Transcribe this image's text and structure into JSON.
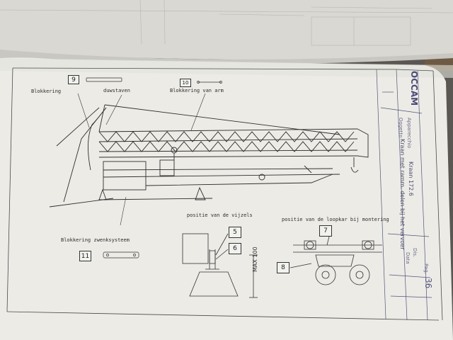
{
  "drawing": {
    "labels": {
      "blokkering": "Blokkering",
      "duwstaven": "duwstaven",
      "blokkering_van_arm": "Blokkering van arm",
      "blokkering_zwenksysteem": "Blokkering zwenksysteem",
      "positie_vijzels": "positie van de vijzels",
      "positie_loopkar": "positie van de loopkar bij montering",
      "max_dim": "MAX 100"
    },
    "callouts": [
      "9",
      "10",
      "11",
      "5",
      "6",
      "7",
      "8"
    ]
  },
  "title_block": {
    "company": "OCCAM",
    "field1": "Apparecchio",
    "field1_value": "Kraan 172.6",
    "field2": "Oggetto",
    "field2_value": "Kraan met ramm. delen bij het vervoer",
    "dis_label": "Dis.",
    "pag_label": "Pag.",
    "pag_value": "36",
    "data_label": "Data"
  },
  "colors": {
    "paper": "#ecebe6",
    "ink": "#333333",
    "shadow": "#5a5752"
  }
}
